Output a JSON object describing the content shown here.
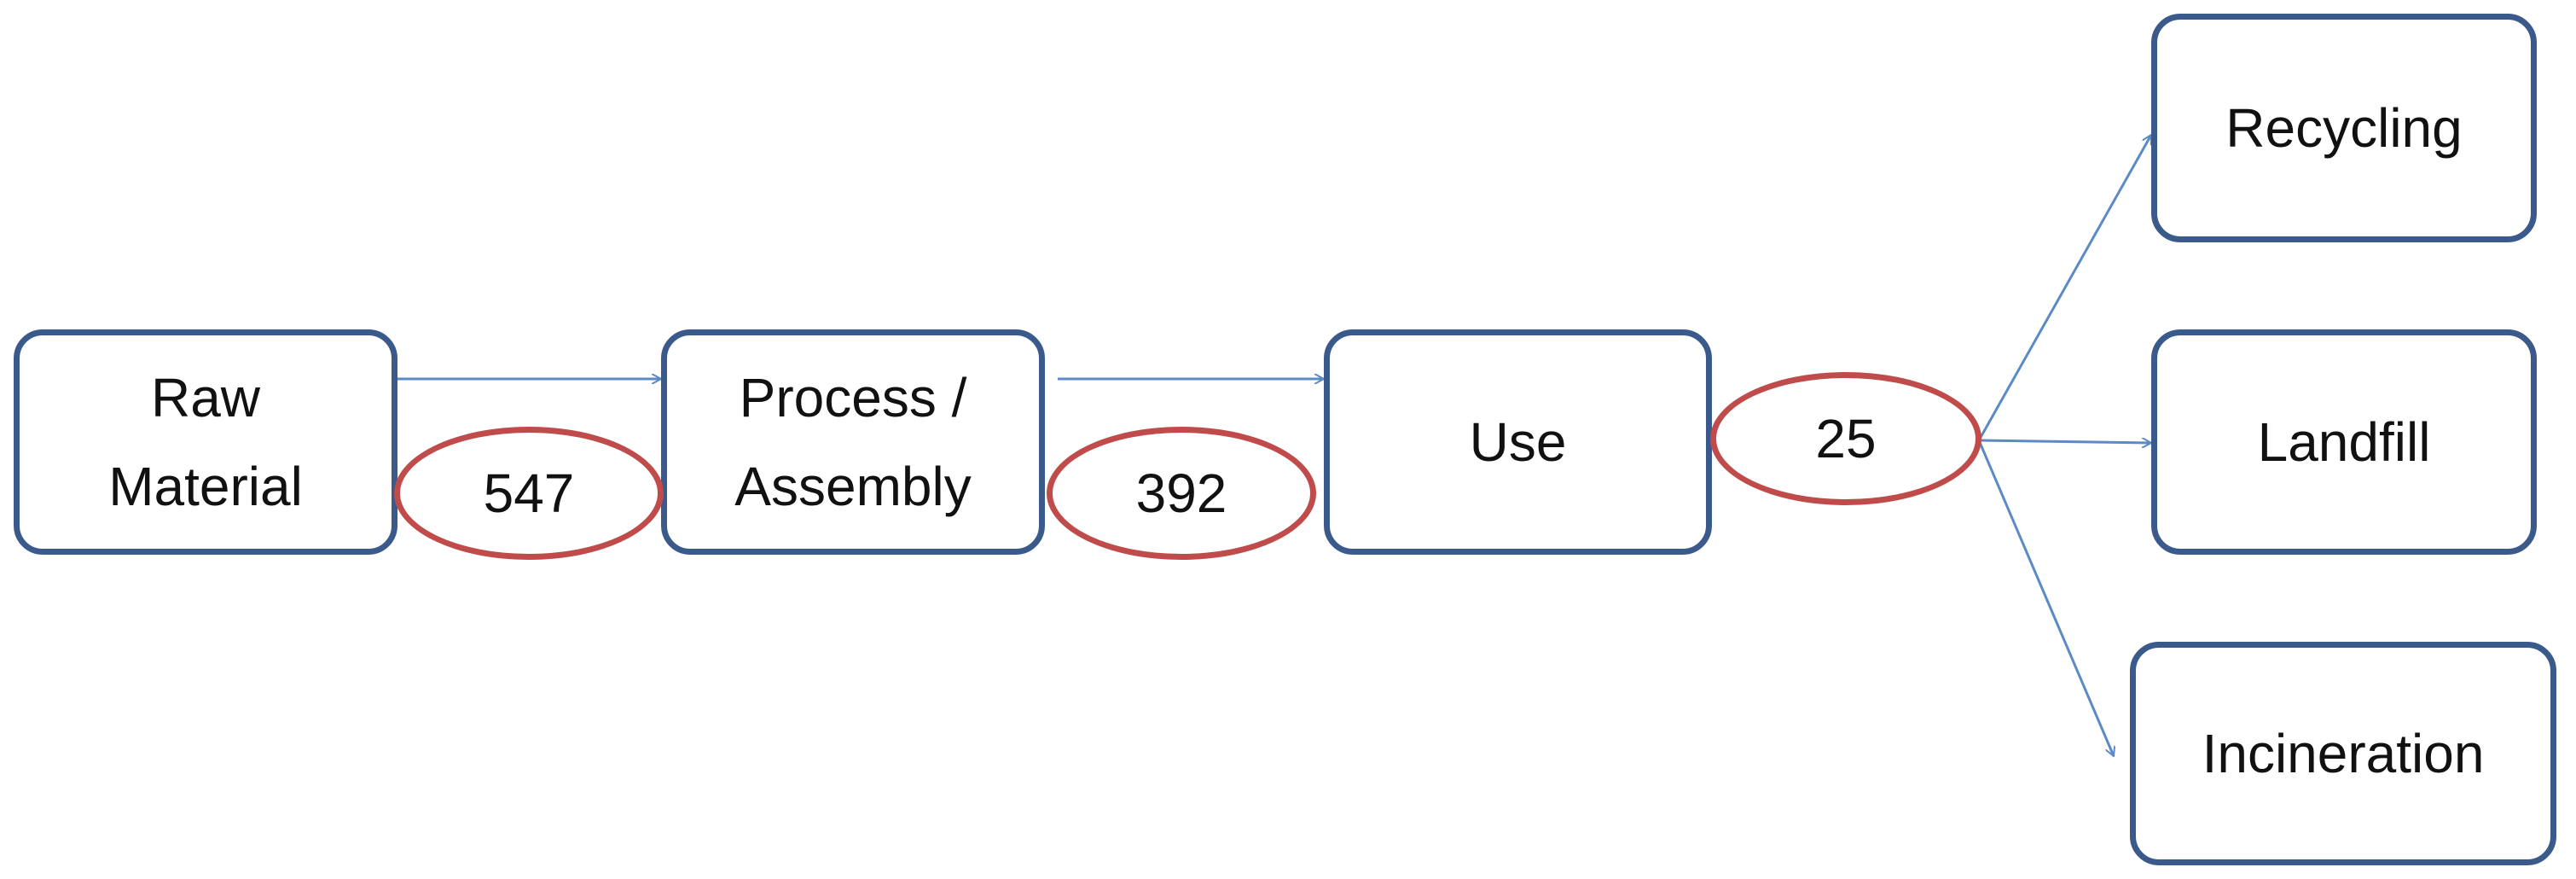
{
  "colors": {
    "box_border": "#3b5a8c",
    "oval_border": "#bf4b4b",
    "arrow": "#5b8ac6"
  },
  "stages": {
    "raw_material": {
      "line1": "Raw",
      "line2": "Material"
    },
    "process_assembly": {
      "line1": "Process /",
      "line2": "Assembly"
    },
    "use": {
      "label": "Use"
    },
    "recycling": {
      "label": "Recycling"
    },
    "landfill": {
      "label": "Landfill"
    },
    "incineration": {
      "label": "Incineration"
    }
  },
  "values": {
    "raw_to_process": "547",
    "process_to_use": "392",
    "use_to_end_of_life": "25"
  }
}
